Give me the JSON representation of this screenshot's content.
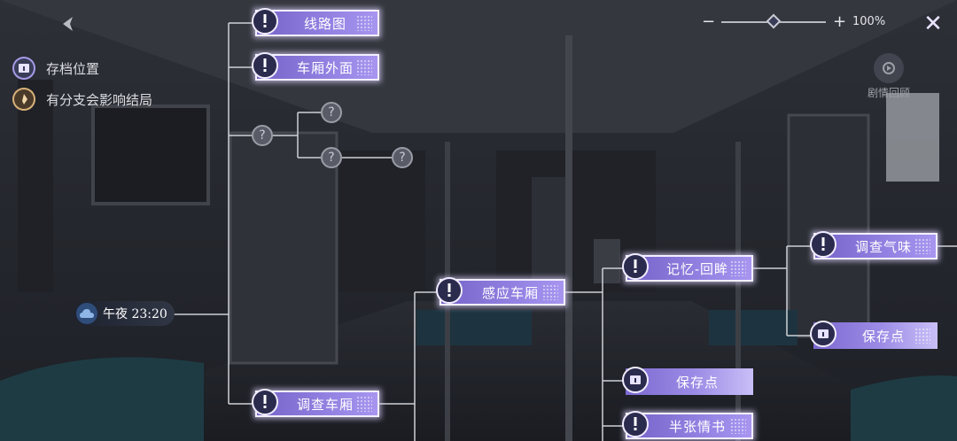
{
  "legend": [
    {
      "icon": "save-icon",
      "label": "存档位置"
    },
    {
      "icon": "branch-icon",
      "label": "有分支会影响结局"
    }
  ],
  "zoom": {
    "minus": "−",
    "plus": "+",
    "percent": "100%",
    "level": 0.5
  },
  "close_label": "✕",
  "review": {
    "icon": "replay-icon",
    "label": "剧情回顾"
  },
  "time_label": "午夜 23:20",
  "nodes": {
    "route_map": "线路图",
    "car_exterior": "车厢外面",
    "investigate_car": "调查车厢",
    "sense_car": "感应车厢",
    "memory_glance": "记忆-回眸",
    "save_point_1": "保存点",
    "half_love_letter": "半张情书",
    "investigate_smell": "调查气味",
    "save_point_2": "保存点"
  },
  "unknown_marker": "?",
  "colors": {
    "node": "#8b79dc",
    "badge": "#2b2b4e",
    "line": "#cfd0d6"
  }
}
